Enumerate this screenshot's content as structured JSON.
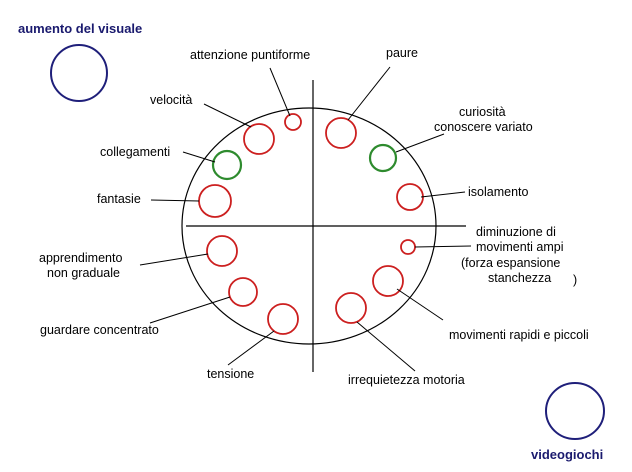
{
  "titles": {
    "top_left": "aumento del visuale",
    "bottom_right": "videogiochi"
  },
  "labels": {
    "attenzione": "attenzione puntiforme",
    "paure": "paure",
    "velocita": "velocità",
    "curiosita_1": "curiosità",
    "curiosita_2": "conoscere variato",
    "collegamenti": "collegamenti",
    "isolamento": "isolamento",
    "fantasie": "fantasie",
    "diminuzione_1": "diminuzione di",
    "diminuzione_2": "movimenti ampi",
    "diminuzione_3": "(forza espansione",
    "diminuzione_4": "stanchezza",
    "diminuzione_5": ")",
    "apprendimento_1": "apprendimento",
    "apprendimento_2": "non graduale",
    "movimenti_rapidi": "movimenti rapidi e piccoli",
    "guardare": "guardare concentrato",
    "tensione": "tensione",
    "irrequietezza": "irrequietezza motoria"
  },
  "colors": {
    "red_circle": "#cc1f1f",
    "green_circle": "#2e8b2e",
    "navy_circle": "#1f1f7a",
    "title_text": "#1a1a6e"
  }
}
